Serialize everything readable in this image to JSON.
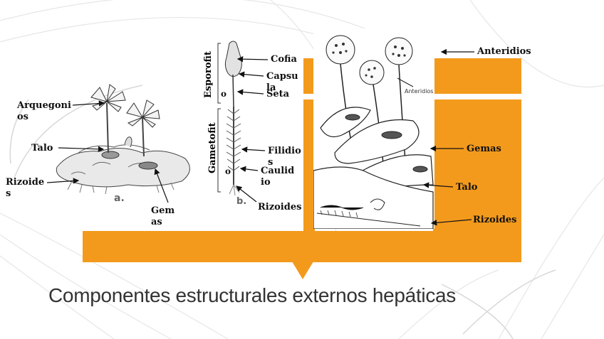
{
  "title": "Componentes estructurales externos hepáticas",
  "colors": {
    "accent": "#f39a1c",
    "text": "#111111",
    "title": "#333333"
  },
  "figure_a": {
    "panel_letter": "a.",
    "labels": {
      "arquegonios": "Arquegonios",
      "talo": "Talo",
      "rizoides": "Rizoides",
      "gemas": "Gemas"
    }
  },
  "figure_b": {
    "panel_letter": "b.",
    "group_esporofito": "Esporofit",
    "group_gametofito": "Gametofit",
    "mark_o": "o",
    "labels": {
      "cofia": "Cofia",
      "capsula": "Capsula",
      "seta": "Seta",
      "filidios": "Filidios",
      "caulidio": "Caulidio",
      "rizoides": "Rizoides"
    }
  },
  "figure_c": {
    "inner_label": "Anteridios",
    "labels": {
      "anteridios": "Anteridios",
      "gemas": "Gemas",
      "talo": "Talo",
      "rizoides": "Rizoides"
    }
  }
}
